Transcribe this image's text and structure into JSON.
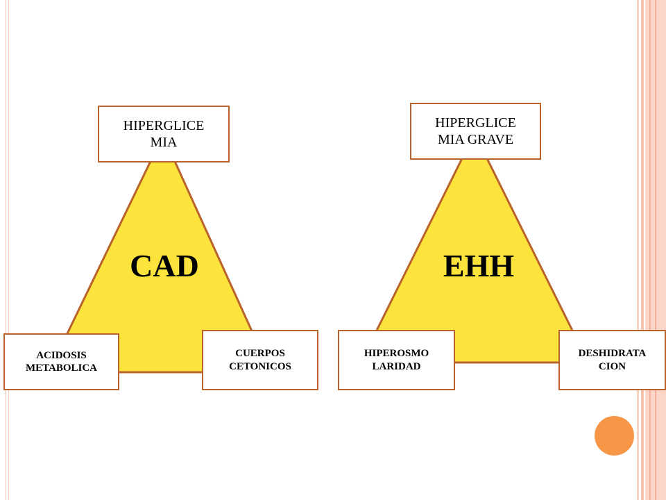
{
  "diagrams": [
    {
      "center": "CAD",
      "top": "HIPERGLICE\nMIA",
      "bottom_left": "ACIDOSIS\nMETABOLICA",
      "bottom_right": "CUERPOS\nCETONICOS"
    },
    {
      "center": "EHH",
      "top": "HIPERGLICE\nMIA GRAVE",
      "bottom_left": "HIPEROSMO\nLARIDAD",
      "bottom_right": "DESHIDRATA\nCION"
    }
  ],
  "colors": {
    "triangle_fill": "#fce43c",
    "outline": "#b8632b",
    "accent_dot": "#f79646",
    "stripe": "#f9d2c4"
  }
}
